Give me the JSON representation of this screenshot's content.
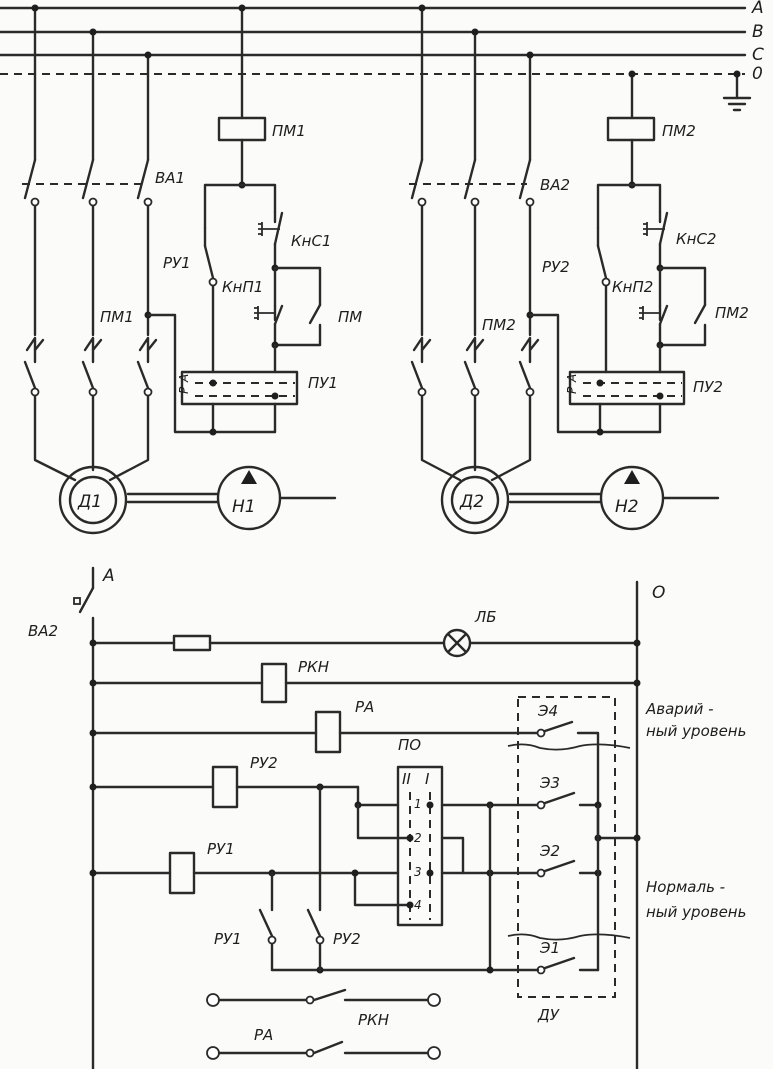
{
  "phases": {
    "a": "A",
    "b": "B",
    "c": "C",
    "o": "0"
  },
  "unit1": {
    "breaker": "ВА1",
    "contactor_coil": "ПМ1",
    "stop_button": "КнС1",
    "start_button": "КнП1",
    "level_relay": "РУ1",
    "hold_contact": "ПМ",
    "contactor": "ПМ1",
    "switch_pu": "ПУ1",
    "pu_r": "Р",
    "pu_a": "А",
    "motor": "Д1",
    "pump": "Н1"
  },
  "unit2": {
    "breaker": "ВА2",
    "contactor_coil": "ПМ2",
    "stop_button": "КнС2",
    "start_button": "КнП2",
    "level_relay": "РУ2",
    "hold_contact": "ПМ2",
    "contactor": "ПМ2",
    "switch_pu": "ПУ2",
    "pu_r": "Р",
    "pu_a": "А",
    "motor": "Д2",
    "pump": "Н2"
  },
  "control": {
    "breaker": "ВА2",
    "phase": "А",
    "neutral": "О",
    "lamp": "ЛБ",
    "rkn": "РКН",
    "ra": "РА",
    "ru2": "РУ2",
    "ru1": "РУ1",
    "switch_po": "ПО",
    "po_col_2": "II",
    "po_col_1": "I",
    "po_pos": [
      "1",
      "2",
      "3",
      "4"
    ],
    "electrodes": [
      "Э4",
      "Э3",
      "Э2",
      "Э1"
    ],
    "sensor": "ДУ",
    "ru1_contact": "РУ1",
    "ru2_contact": "РУ2",
    "rkn_contact": "РКН",
    "ra_contact": "РА",
    "emergency_1": "Аварий -",
    "emergency_2": "ный уровень",
    "normal_1": "Нормаль -",
    "normal_2": "ный уровень"
  }
}
